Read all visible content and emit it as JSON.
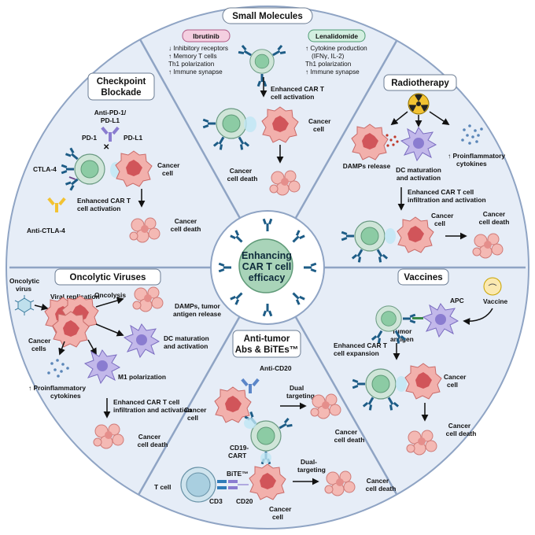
{
  "title_center": [
    "Enhancing",
    "CAR T cell",
    "efficacy"
  ],
  "sections": {
    "small_molecules": {
      "title": "Small Molecules",
      "ibrutinib": "Ibrutinib",
      "lenalidomide": "Lenalidomide",
      "ibru_effects": [
        "↓ Inhibitory receptors",
        "↑ Memory T cells",
        "Th1 polarization",
        "↑ Immune synapse"
      ],
      "lena_effects": [
        "↑ Cytokine production",
        "(IFNγ, IL-2)",
        "Th1 polarization",
        "↑ Immune synapse"
      ],
      "activation": [
        "Enhanced CAR T",
        "cell activation"
      ],
      "cancer_cell": [
        "Cancer",
        "cell"
      ],
      "cancer_death": [
        "Cancer",
        "cell death"
      ]
    },
    "checkpoint": {
      "title": [
        "Checkpoint",
        "Blockade"
      ],
      "anti_pd1": [
        "Anti-PD-1/",
        "PD-L1"
      ],
      "pd1": "PD-1",
      "pdl1": "PD-L1",
      "ctla4": "CTLA-4",
      "anti_ctla4": "Anti-CTLA-4",
      "activation": [
        "Enhanced CAR T",
        "cell activation"
      ],
      "cancer_cell": [
        "Cancer",
        "cell"
      ],
      "cancer_death": [
        "Cancer",
        "cell death"
      ]
    },
    "radiotherapy": {
      "title": "Radiotherapy",
      "damps": "DAMPs release",
      "dc": [
        "DC maturation",
        "and activation"
      ],
      "cytokines": [
        "↑ Proinflammatory",
        "cytokines"
      ],
      "infiltration": [
        "Enhanced CAR T cell",
        "infiltration and activation"
      ],
      "cancer_cell": [
        "Cancer",
        "cell"
      ],
      "cancer_death": [
        "Cancer",
        "cell death"
      ]
    },
    "oncolytic": {
      "title": "Oncolytic Viruses",
      "virus": [
        "Oncolytic",
        "virus"
      ],
      "replication": "Viral replication",
      "oncolysis": "Oncolysis",
      "damps": [
        "DAMPs, tumor",
        "antigen release"
      ],
      "cancer_cells": [
        "Cancer",
        "cells"
      ],
      "dc": [
        "DC maturation",
        "and activation"
      ],
      "m1": "M1 polarization",
      "cytokines": [
        "↑ Proinflammatory",
        "cytokines"
      ],
      "infiltration": [
        "Enhanced CAR T cell",
        "infiltration and activation"
      ],
      "cancer_death": [
        "Cancer",
        "cell death"
      ]
    },
    "vaccines": {
      "title": "Vaccines",
      "vaccine": "Vaccine",
      "apc": "APC",
      "tumor_antigen": [
        "Tumor",
        "antigen"
      ],
      "expansion": [
        "Enhanced CAR T",
        "cell expansion"
      ],
      "cancer_cell": [
        "Cancer",
        "cell"
      ],
      "cancer_death": [
        "Cancer",
        "cell death"
      ]
    },
    "antitumor": {
      "title": [
        "Anti-tumor",
        "Abs & BiTEs™"
      ],
      "anti_cd20": "Anti-CD20",
      "dual": [
        "Dual",
        "targeting"
      ],
      "dual2": [
        "Dual-",
        "targeting"
      ],
      "cancer_cell": [
        "Cancer",
        "cell"
      ],
      "cd19": [
        "CD19-",
        "CART"
      ],
      "cancer_death": [
        "Cancer",
        "cell death"
      ],
      "tcell": "T cell",
      "bite": "BiTE™",
      "cd3": "CD3",
      "cd20": "CD20",
      "cancer_cell2": [
        "Cancer",
        "cell"
      ],
      "cancer_death2": [
        "Cancer",
        "cell death"
      ]
    }
  },
  "colors": {
    "outer": "#e3ebf6",
    "border": "#8fa4c4",
    "car_t": "#9ccfb0",
    "cancer": "#e98f8c",
    "receptor": "#1d5c86",
    "dc": "#9e90d4"
  }
}
